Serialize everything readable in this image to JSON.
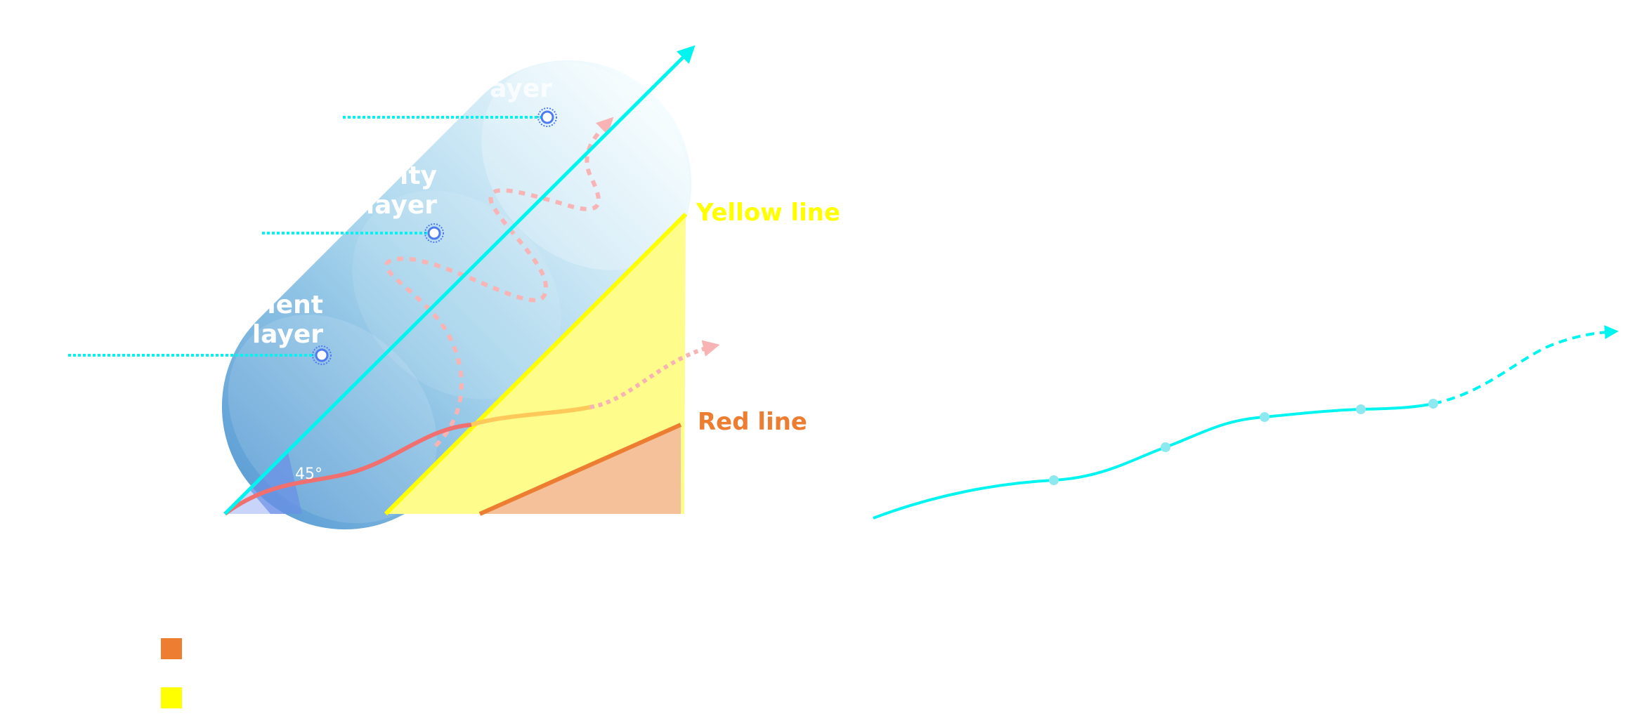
{
  "labels": {
    "yellow_line": "Yellow line",
    "red_line": "Red line",
    "angle": "45°",
    "layer1_top": "ient",
    "layer1_bottom": "layer",
    "layer2_top": "ity",
    "layer2_bottom": "layer",
    "layer3_bottom": "ayer"
  },
  "colors": {
    "cyan": "#00F5F0",
    "yellow": "#FFFF00",
    "yellow_fill": "#FEFC8A",
    "orange": "#ED7D31",
    "orange_fill": "#F5C19A",
    "pink": "#F8AFAF",
    "red": "#F07070",
    "blue_dark": "#5FA0D6",
    "blue_light": "#F3FCFE"
  },
  "legend": [
    {
      "color": "#ED7D31"
    },
    {
      "color": "#FFFF00"
    }
  ]
}
